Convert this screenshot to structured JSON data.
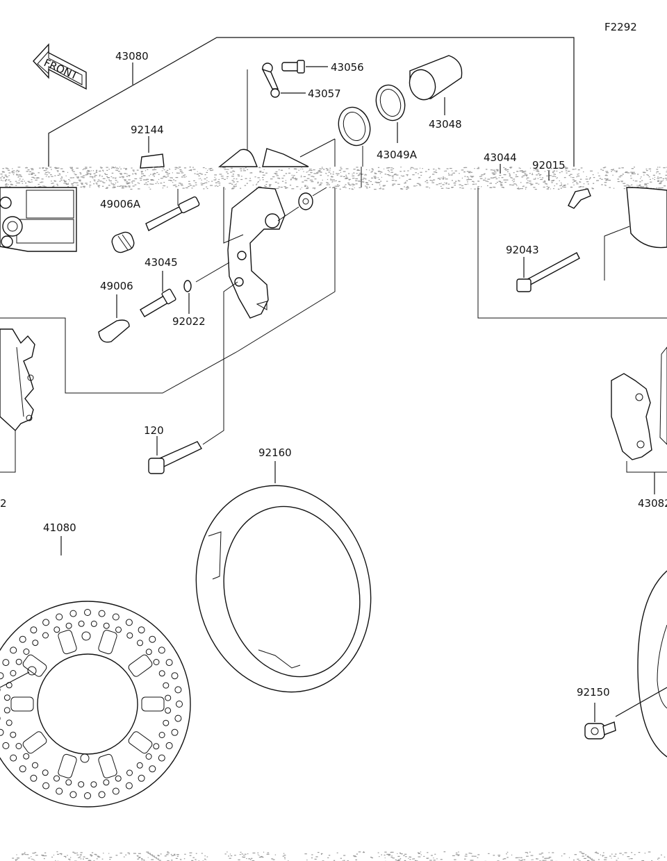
{
  "figure_code": "F2292",
  "front_arrow_text": "FRONT",
  "labels": {
    "p43080": "43080",
    "p43056": "43056",
    "p43057": "43057",
    "p43048": "43048",
    "p92144": "92144",
    "p43049A": "43049A",
    "p43044": "43044",
    "p92015": "92015",
    "p49006A": "49006A",
    "p92043": "92043",
    "p43045": "43045",
    "p49006": "49006",
    "p92022": "92022",
    "p120": "120",
    "p92160": "92160",
    "p43082_left": "2",
    "p43082_right": "43082",
    "p41080": "41080",
    "p92150": "92150"
  },
  "colors": {
    "ink": "#111111",
    "background": "#ffffff",
    "scan_noise": "#9a9a9a"
  }
}
